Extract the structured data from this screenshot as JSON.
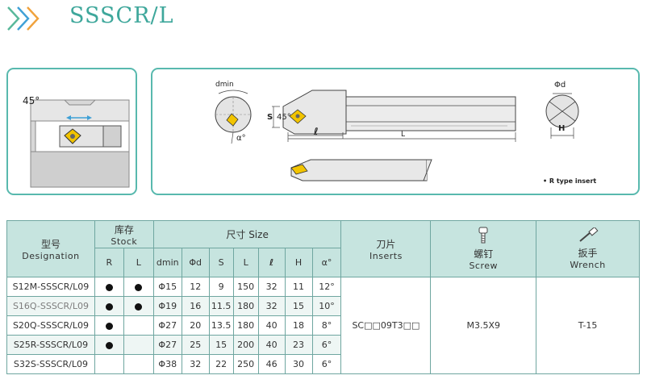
{
  "header": {
    "title": "SSSCR/L"
  },
  "colors": {
    "accent": "#3ea79b",
    "chevron_blue": "#3fa0d6",
    "chevron_green": "#58b89a",
    "header_bg": "#c6e4df",
    "insert_yellow": "#f2c400"
  },
  "left_drawing": {
    "angle_label": "45°"
  },
  "right_drawing": {
    "dmin": "dmin",
    "alpha": "α°",
    "s": "S",
    "angle": "45°",
    "l_small": "ℓ",
    "L": "L",
    "phi_d": "Φd",
    "h": "H",
    "note": "• R type insert"
  },
  "table": {
    "headers": {
      "designation_zh": "型号",
      "designation_en": "Designation",
      "stock_zh": "库存",
      "stock_en": "Stock",
      "size_label": "尺寸 Size",
      "inserts_zh": "刀片",
      "inserts_en": "Inserts",
      "screw_zh": "螺钉",
      "screw_en": "Screw",
      "wrench_zh": "扳手",
      "wrench_en": "Wrench",
      "r": "R",
      "l": "L",
      "dmin": "dmin",
      "phi_d": "Φd",
      "s": "S",
      "L_col": "L",
      "l_col": "ℓ",
      "h": "H",
      "alpha": "α°"
    },
    "rows": [
      {
        "designation": "S12M-SSSCR/L09",
        "r": true,
        "l": "32",
        "dmin": "Φ15",
        "d": "12",
        "s": "9",
        "L": "150",
        "h": "11",
        "alpha": "12°"
      },
      {
        "designation": "S16Q-SSSCR/L09",
        "r": true,
        "l": "32",
        "dmin": "Φ19",
        "d": "16",
        "s": "11.5",
        "L": "180",
        "h": "15",
        "alpha": "10°"
      },
      {
        "designation": "S20Q-SSSCR/L09",
        "r": true,
        "l": "40",
        "dmin": "Φ27",
        "d": "20",
        "s": "13.5",
        "L": "180",
        "h": "18",
        "alpha": "8°"
      },
      {
        "designation": "S25R-SSSCR/L09",
        "r": true,
        "l": "40",
        "dmin": "Φ27",
        "d": "25",
        "s": "15",
        "L": "200",
        "h": "23",
        "alpha": "6°"
      },
      {
        "designation": "S32S-SSSCR/L09",
        "r": false,
        "l": "46",
        "dmin": "Φ38",
        "d": "32",
        "s": "22",
        "L": "250",
        "h": "30",
        "alpha": "6°"
      }
    ],
    "insert": "SC□□09T3□□",
    "screw": "M3.5X9",
    "wrench": "T-15"
  }
}
